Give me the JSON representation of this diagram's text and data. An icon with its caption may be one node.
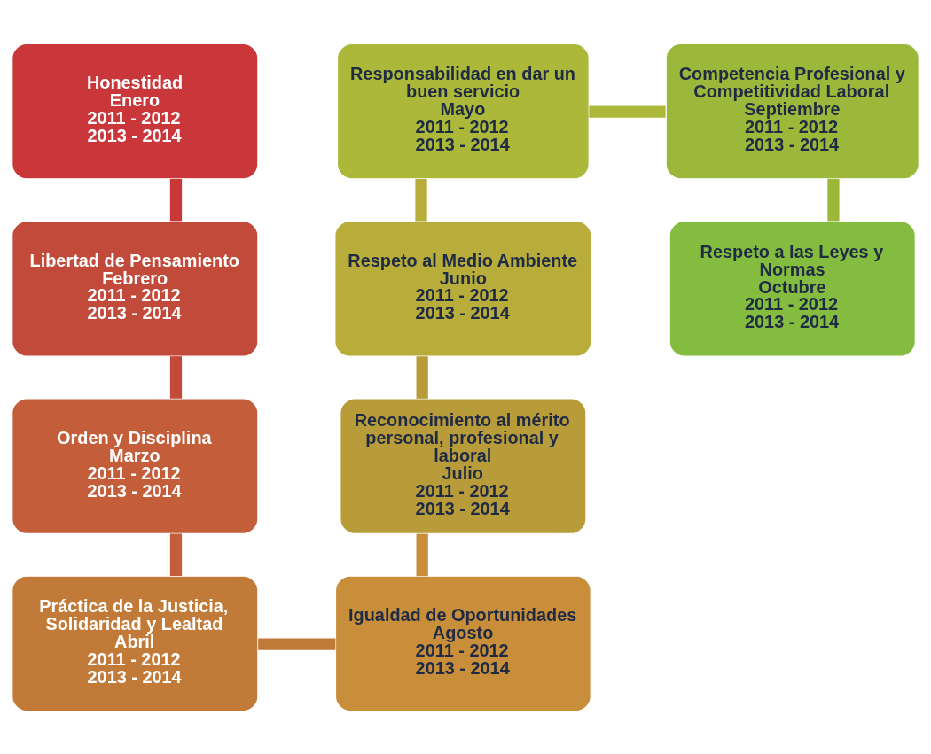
{
  "diagram": {
    "nodes": [
      {
        "text": [
          "Honestidad",
          "Enero",
          "2011 - 2012",
          "2013 - 2014"
        ]
      },
      {
        "text": [
          "Libertad de Pensamiento",
          "Febrero",
          "2011 - 2012",
          "2013 - 2014"
        ]
      },
      {
        "text": [
          "Orden y Disciplina",
          "Marzo",
          "2011 - 2012",
          "2013 - 2014"
        ]
      },
      {
        "text": [
          "Práctica de la Justicia, Solidaridad y Lealtad",
          "Abril",
          "2011 - 2012",
          "2013 - 2014"
        ]
      },
      {
        "text": [
          "Igualdad de Oportunidades",
          "Agosto",
          "2011 - 2012",
          "2013 - 2014"
        ]
      },
      {
        "text": [
          "Reconocimiento al mérito personal, profesional y laboral",
          "Julio",
          "2011 - 2012",
          "2013 - 2014"
        ]
      },
      {
        "text": [
          "Respeto al Medio Ambiente",
          "Junio",
          "2011 - 2012",
          "2013 - 2014"
        ]
      },
      {
        "text": [
          "Responsabilidad en dar un buen servicio",
          "Mayo",
          "2011 - 2012",
          "2013 - 2014"
        ]
      },
      {
        "text": [
          "Competencia Profesional y Competitividad Laboral",
          "Septiembre",
          "2011 - 2012",
          "2013 - 2014"
        ]
      },
      {
        "text": [
          "Respeto a las Leyes y Normas",
          "Octubre",
          "2011 - 2012",
          "2013 - 2014"
        ]
      }
    ],
    "edges": [
      {
        "from": 0,
        "to": 1,
        "arrow": "none",
        "color": "#c9373a"
      },
      {
        "from": 1,
        "to": 2,
        "arrow": "none",
        "color": "#c24a3a"
      },
      {
        "from": 2,
        "to": 3,
        "arrow": "none",
        "color": "#c45e3a"
      },
      {
        "from": 3,
        "to": 4,
        "arrow": "none",
        "color": "#c27a38"
      },
      {
        "from": 4,
        "to": 5,
        "arrow": "none",
        "color": "#c88e3a"
      },
      {
        "from": 5,
        "to": 6,
        "arrow": "none",
        "color": "#b99c3a"
      },
      {
        "from": 6,
        "to": 7,
        "arrow": "none",
        "color": "#b8ac3a"
      },
      {
        "from": 7,
        "to": 8,
        "arrow": "none",
        "color": "#abb83a"
      },
      {
        "from": 8,
        "to": 9,
        "arrow": "none",
        "color": "#9cb83a"
      }
    ]
  }
}
